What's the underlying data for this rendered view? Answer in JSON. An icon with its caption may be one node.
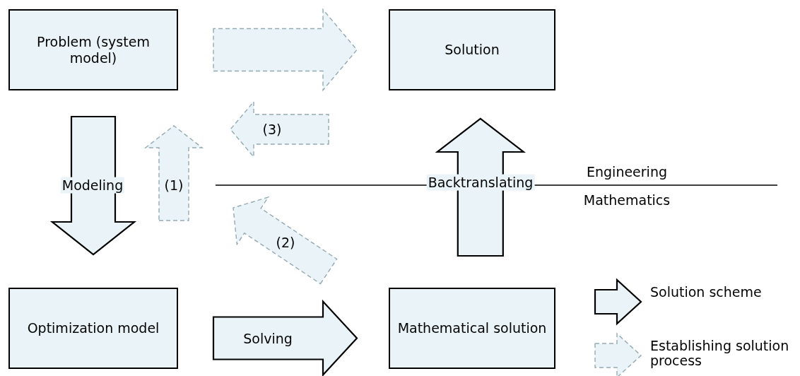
{
  "diagram": {
    "nodes": [
      {
        "text": [
          "Problem (system model)"
        ]
      },
      {
        "text": [
          "Solution"
        ]
      },
      {
        "text": [
          "Optimization model"
        ]
      },
      {
        "text": [
          "Mathematical solution"
        ]
      }
    ],
    "edges": [
      {
        "from": 0,
        "to": 1,
        "arrow": "to",
        "style": "dashed"
      },
      {
        "from": 0,
        "to": 2,
        "arrow": "to",
        "label": "Modeling"
      },
      {
        "from": 2,
        "to": 0,
        "arrow": "to",
        "label": "(1)",
        "style": "dashed"
      },
      {
        "from": 1,
        "to": 0,
        "arrow": "to",
        "label": "(3)",
        "style": "dashed"
      },
      {
        "from": 2,
        "to": 3,
        "arrow": "to",
        "label": "Solving"
      },
      {
        "from": 3,
        "to": 1,
        "arrow": "to",
        "label": "Backtranslating"
      }
    ],
    "labels": [
      "Engineering",
      "Mathematics",
      "(2)"
    ],
    "legend": [
      {
        "text": "Solution scheme"
      },
      {
        "text": "Establishing solution process"
      }
    ]
  }
}
